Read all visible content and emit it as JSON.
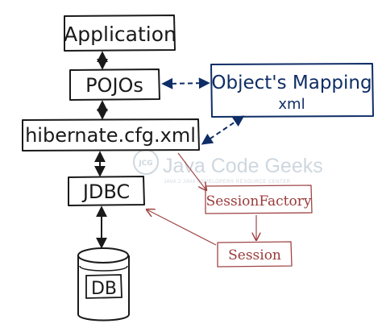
{
  "diagram": {
    "nodes": {
      "application": "Application",
      "pojos": "POJOs",
      "mapping_line1": "Object's Mapping",
      "mapping_line2": "xml",
      "hibernate_cfg": "hibernate.cfg.xml",
      "jdbc": "JDBC",
      "session_factory": "SessionFactory",
      "session": "Session",
      "db": "DB"
    },
    "watermark": {
      "logo_text": "JCG",
      "brand": "Java Code Geeks",
      "tagline": "JAVA 2 JAVA DEVELOPERS RESOURCE CENTER"
    },
    "colors": {
      "ink": "#1a1a1a",
      "blue": "#0f2d66",
      "red": "#a04545",
      "watermark": "#c9d3dc"
    }
  }
}
